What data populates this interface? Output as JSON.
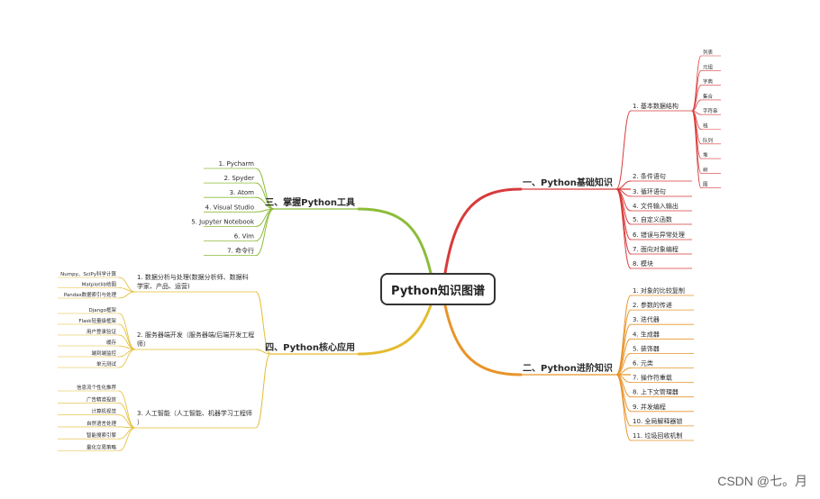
{
  "title": "Python知识图谱",
  "watermark": "CSDN @七。月",
  "colors": {
    "branch1": "#d83a3a",
    "branch2": "#e8942a",
    "branch3": "#8cbc3a",
    "branch4": "#e3bb30"
  },
  "branches": [
    {
      "id": "b1",
      "label": "一、Python基础知识",
      "items": [
        "1. 基本数据结构",
        "2. 条件语句",
        "3. 循环语句",
        "4. 文件输入输出",
        "5. 自定义函数",
        "6. 错误与异常处理",
        "7. 面向对象编程",
        "8. 模块"
      ],
      "sub": [
        "列表",
        "元组",
        "字典",
        "集合",
        "字符串",
        "栈",
        "队列",
        "堆",
        "树",
        "图"
      ]
    },
    {
      "id": "b2",
      "label": "二、Python进阶知识",
      "items": [
        "1. 对象的比较复制",
        "2. 参数的传递",
        "3. 迭代器",
        "4. 生成器",
        "5. 装饰器",
        "6. 元类",
        "7. 操作符重载",
        "8. 上下文管理器",
        "9. 并发编程",
        "10. 全局解释器锁",
        "11. 垃圾回收机制"
      ]
    },
    {
      "id": "b3",
      "label": "三、掌握Python工具",
      "items": [
        "1. Pycharm",
        "2. Spyder",
        "3. Atom",
        "4. Visual Studio",
        "5. Jupyter Notebook",
        "6. Vim",
        "7. 命令行"
      ]
    },
    {
      "id": "b4",
      "label": "四、Python核心应用",
      "groups": [
        {
          "label": "1. 数据分析与处理(数据分析师、数据科学家、产品、运营)",
          "sub": [
            "Numpy、SciPy科学计算",
            "Matplotlib绘图",
            "Pandas数据索引与处理"
          ]
        },
        {
          "label": "2. 服务器端开发（服务器端/后端开发工程师）",
          "sub": [
            "Django框架",
            "Flask轻量级框架",
            "用户登录验证",
            "缓存",
            "端到端监控",
            "单元测试"
          ]
        },
        {
          "label": "3. 人工智能（人工智能、机器学习工程师）",
          "sub": [
            "信息流个性化推荐",
            "广告精准投放",
            "计算机视觉",
            "自然语言处理",
            "智能搜索引擎",
            "量化交易策略"
          ]
        }
      ]
    }
  ]
}
